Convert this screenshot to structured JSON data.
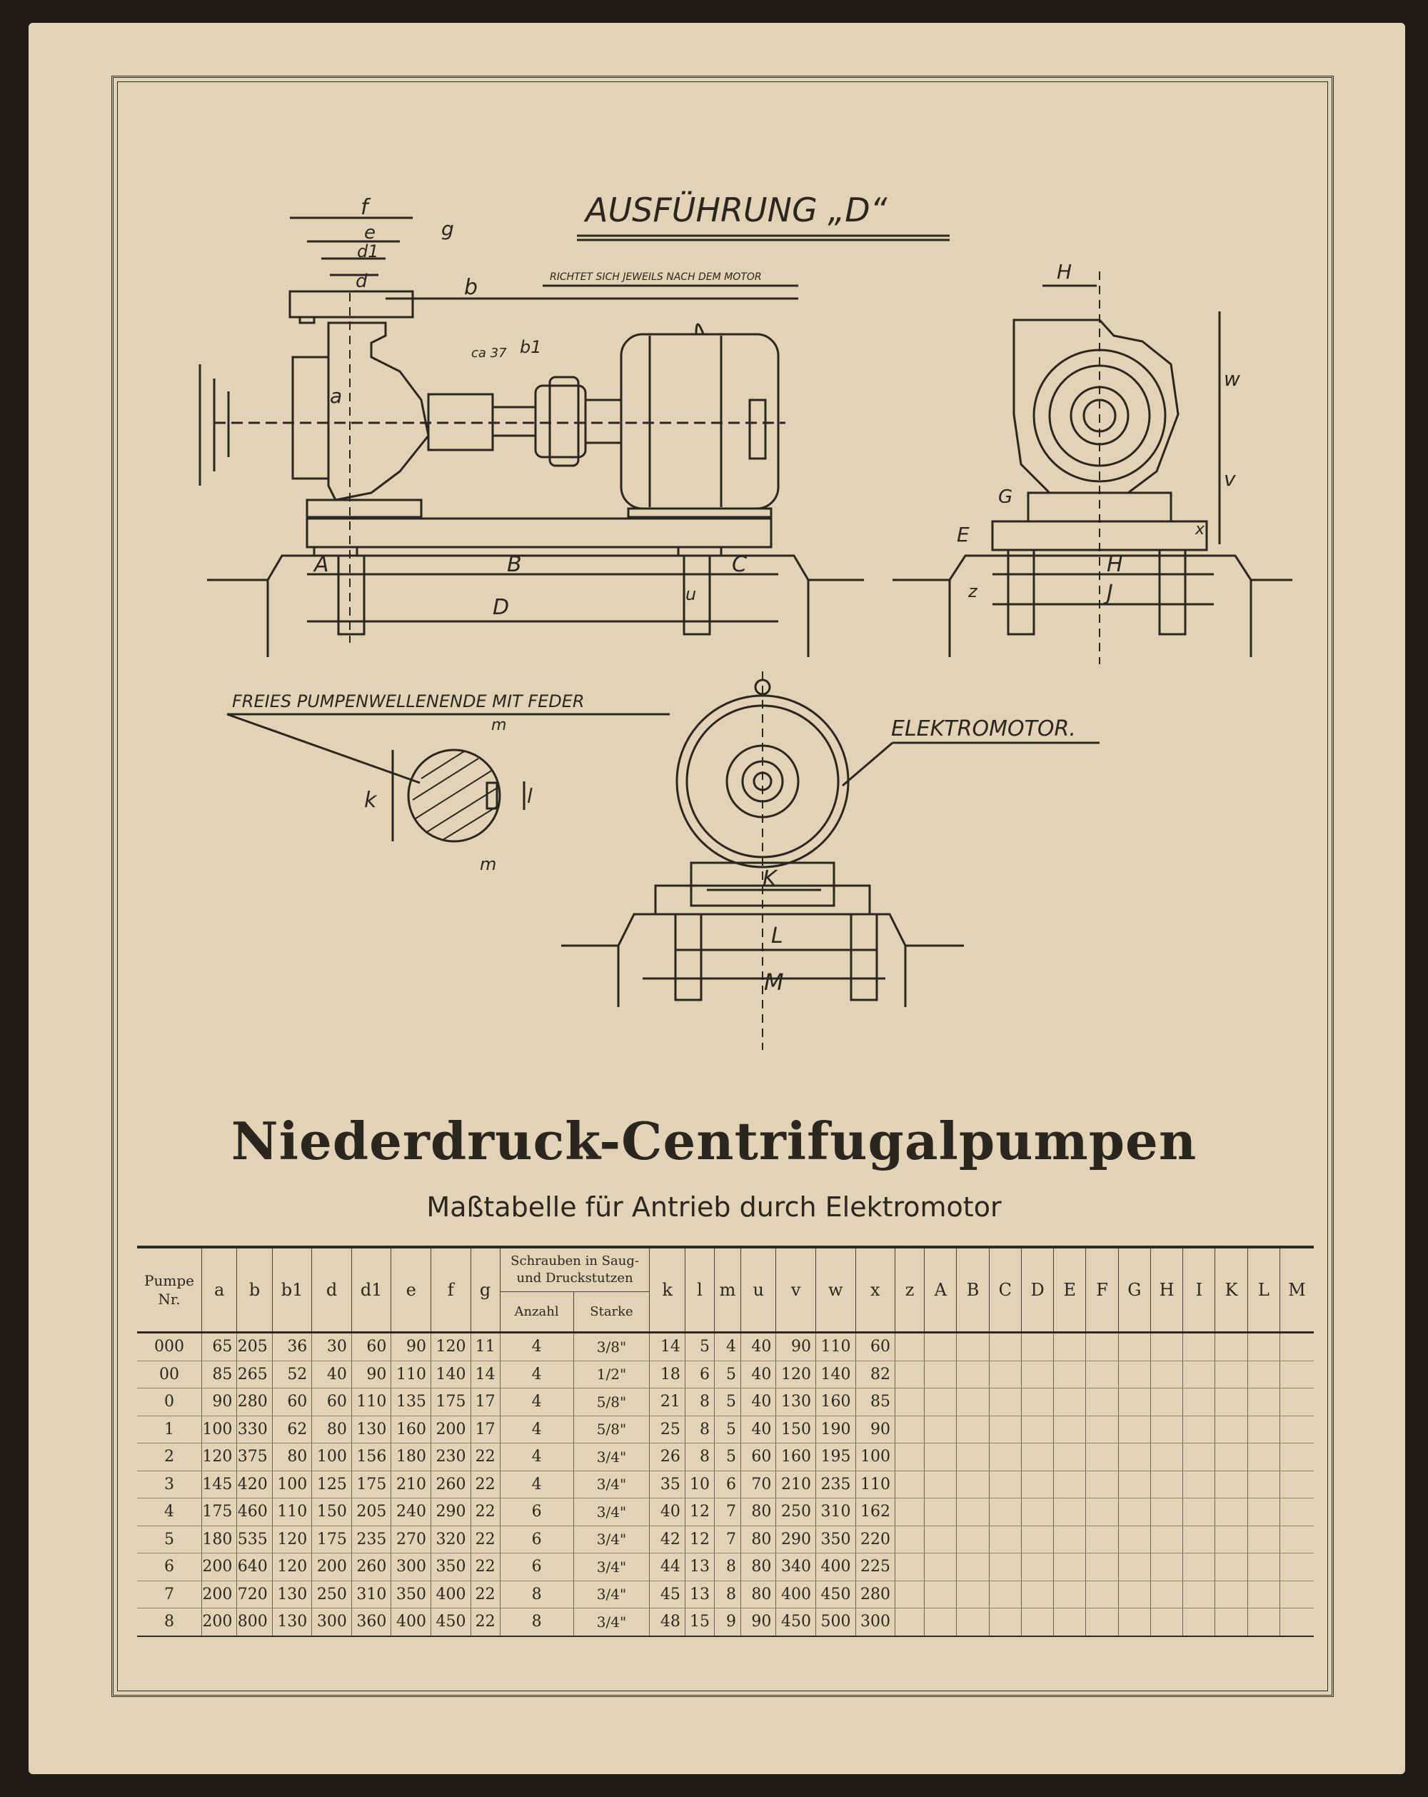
{
  "drawing": {
    "heading": "AUSFÜHRUNG „D“",
    "motor_note": "RICHTET SICH JEWEILS NACH DEM MOTOR",
    "shaft_note": "FREIES PUMPENWELLENENDE MIT FEDER",
    "motor_label": "ELEKTROMOTOR.",
    "dim_ca": "ca 37",
    "letters": {
      "f": "f",
      "e": "e",
      "d1": "d1",
      "d": "d",
      "g": "g",
      "b": "b",
      "b1": "b1",
      "a": "a",
      "A": "A",
      "B": "B",
      "C": "C",
      "D": "D",
      "u": "u",
      "H": "H",
      "w": "w",
      "v": "v",
      "x": "x",
      "G": "G",
      "E": "E",
      "z": "z",
      "J": "J",
      "k": "k",
      "l": "l",
      "m": "m",
      "K": "K",
      "L": "L",
      "M": "M"
    }
  },
  "title": "Niederdruck-Centrifugalpumpen",
  "subtitle": "Maßtabelle für Antrieb durch Elektromotor",
  "table": {
    "headers": {
      "pumpe": "Pumpe Nr.",
      "cols_left": [
        "a",
        "b",
        "b1",
        "d",
        "d1",
        "e",
        "f",
        "g"
      ],
      "screws": "Schrauben in Saug- und Druckstutzen",
      "screws_sub": [
        "Anzahl",
        "Starke"
      ],
      "cols_right": [
        "k",
        "l",
        "m",
        "u",
        "v",
        "w",
        "x",
        "z",
        "A",
        "B",
        "C",
        "D",
        "E",
        "F",
        "G",
        "H",
        "I",
        "K",
        "L",
        "M"
      ]
    },
    "rows": [
      {
        "nr": "000",
        "a": "65",
        "b": "205",
        "b1": "36",
        "d": "30",
        "d1": "60",
        "e": "90",
        "f": "120",
        "g": "11",
        "anzahl": "4",
        "starke": "3/8\"",
        "k": "14",
        "l": "5",
        "m": "4",
        "u": "40",
        "v": "90",
        "w": "110",
        "x": "60"
      },
      {
        "nr": "00",
        "a": "85",
        "b": "265",
        "b1": "52",
        "d": "40",
        "d1": "90",
        "e": "110",
        "f": "140",
        "g": "14",
        "anzahl": "4",
        "starke": "1/2\"",
        "k": "18",
        "l": "6",
        "m": "5",
        "u": "40",
        "v": "120",
        "w": "140",
        "x": "82"
      },
      {
        "nr": "0",
        "a": "90",
        "b": "280",
        "b1": "60",
        "d": "60",
        "d1": "110",
        "e": "135",
        "f": "175",
        "g": "17",
        "anzahl": "4",
        "starke": "5/8\"",
        "k": "21",
        "l": "8",
        "m": "5",
        "u": "40",
        "v": "130",
        "w": "160",
        "x": "85"
      },
      {
        "nr": "1",
        "a": "100",
        "b": "330",
        "b1": "62",
        "d": "80",
        "d1": "130",
        "e": "160",
        "f": "200",
        "g": "17",
        "anzahl": "4",
        "starke": "5/8\"",
        "k": "25",
        "l": "8",
        "m": "5",
        "u": "40",
        "v": "150",
        "w": "190",
        "x": "90"
      },
      {
        "nr": "2",
        "a": "120",
        "b": "375",
        "b1": "80",
        "d": "100",
        "d1": "156",
        "e": "180",
        "f": "230",
        "g": "22",
        "anzahl": "4",
        "starke": "3/4\"",
        "k": "26",
        "l": "8",
        "m": "5",
        "u": "60",
        "v": "160",
        "w": "195",
        "x": "100"
      },
      {
        "nr": "3",
        "a": "145",
        "b": "420",
        "b1": "100",
        "d": "125",
        "d1": "175",
        "e": "210",
        "f": "260",
        "g": "22",
        "anzahl": "4",
        "starke": "3/4\"",
        "k": "35",
        "l": "10",
        "m": "6",
        "u": "70",
        "v": "210",
        "w": "235",
        "x": "110"
      },
      {
        "nr": "4",
        "a": "175",
        "b": "460",
        "b1": "110",
        "d": "150",
        "d1": "205",
        "e": "240",
        "f": "290",
        "g": "22",
        "anzahl": "6",
        "starke": "3/4\"",
        "k": "40",
        "l": "12",
        "m": "7",
        "u": "80",
        "v": "250",
        "w": "310",
        "x": "162"
      },
      {
        "nr": "5",
        "a": "180",
        "b": "535",
        "b1": "120",
        "d": "175",
        "d1": "235",
        "e": "270",
        "f": "320",
        "g": "22",
        "anzahl": "6",
        "starke": "3/4\"",
        "k": "42",
        "l": "12",
        "m": "7",
        "u": "80",
        "v": "290",
        "w": "350",
        "x": "220"
      },
      {
        "nr": "6",
        "a": "200",
        "b": "640",
        "b1": "120",
        "d": "200",
        "d1": "260",
        "e": "300",
        "f": "350",
        "g": "22",
        "anzahl": "6",
        "starke": "3/4\"",
        "k": "44",
        "l": "13",
        "m": "8",
        "u": "80",
        "v": "340",
        "w": "400",
        "x": "225"
      },
      {
        "nr": "7",
        "a": "200",
        "b": "720",
        "b1": "130",
        "d": "250",
        "d1": "310",
        "e": "350",
        "f": "400",
        "g": "22",
        "anzahl": "8",
        "starke": "3/4\"",
        "k": "45",
        "l": "13",
        "m": "8",
        "u": "80",
        "v": "400",
        "w": "450",
        "x": "280"
      },
      {
        "nr": "8",
        "a": "200",
        "b": "800",
        "b1": "130",
        "d": "300",
        "d1": "360",
        "e": "400",
        "f": "450",
        "g": "22",
        "anzahl": "8",
        "starke": "3/4\"",
        "k": "48",
        "l": "15",
        "m": "9",
        "u": "90",
        "v": "450",
        "w": "500",
        "x": "300"
      }
    ]
  }
}
